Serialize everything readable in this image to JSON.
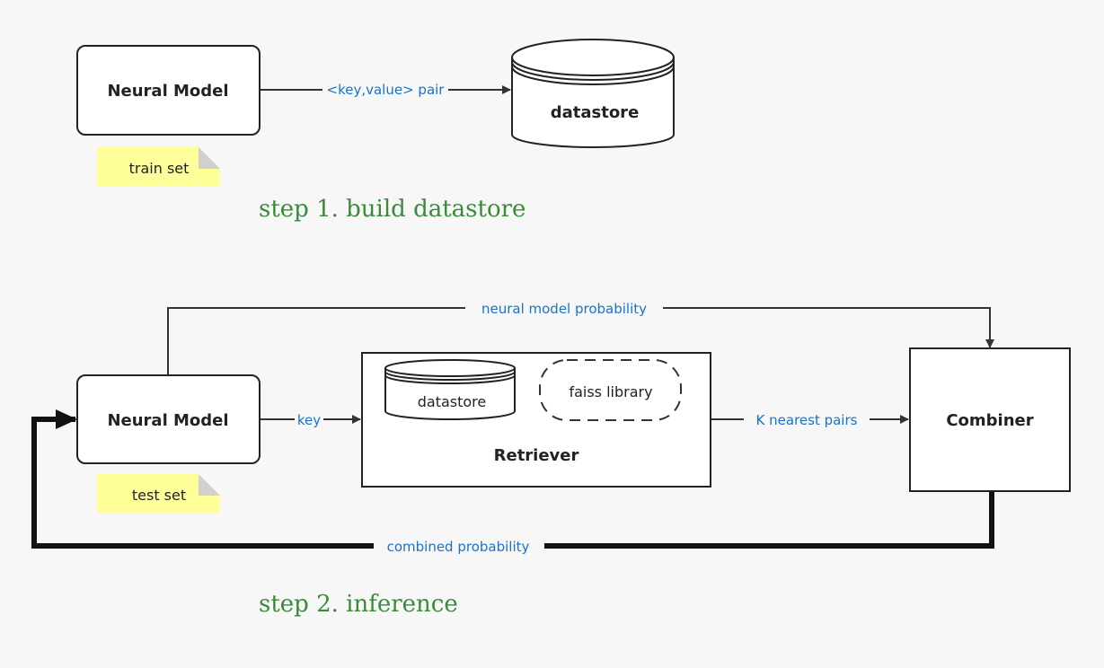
{
  "step1": {
    "neural_model": "Neural Model",
    "datastore": "datastore",
    "edge_label": "<key,value> pair",
    "note": "train set",
    "title": "step 1. build datastore"
  },
  "step2": {
    "neural_model": "Neural Model",
    "datastore": "datastore",
    "faiss": "faiss library",
    "retriever": "Retriever",
    "combiner": "Combiner",
    "edge_key": "key",
    "edge_k_nearest": "K nearest pairs",
    "edge_neural_prob": "neural model probability",
    "edge_combined_prob": "combined probability",
    "note": "test set",
    "title": "step 2. inference"
  },
  "colors": {
    "background": "#f7f7f7",
    "edge_label": "#1a73c8",
    "step_title": "#3b8a3b",
    "note_fill": "#ffff99",
    "stroke": "#222222"
  }
}
